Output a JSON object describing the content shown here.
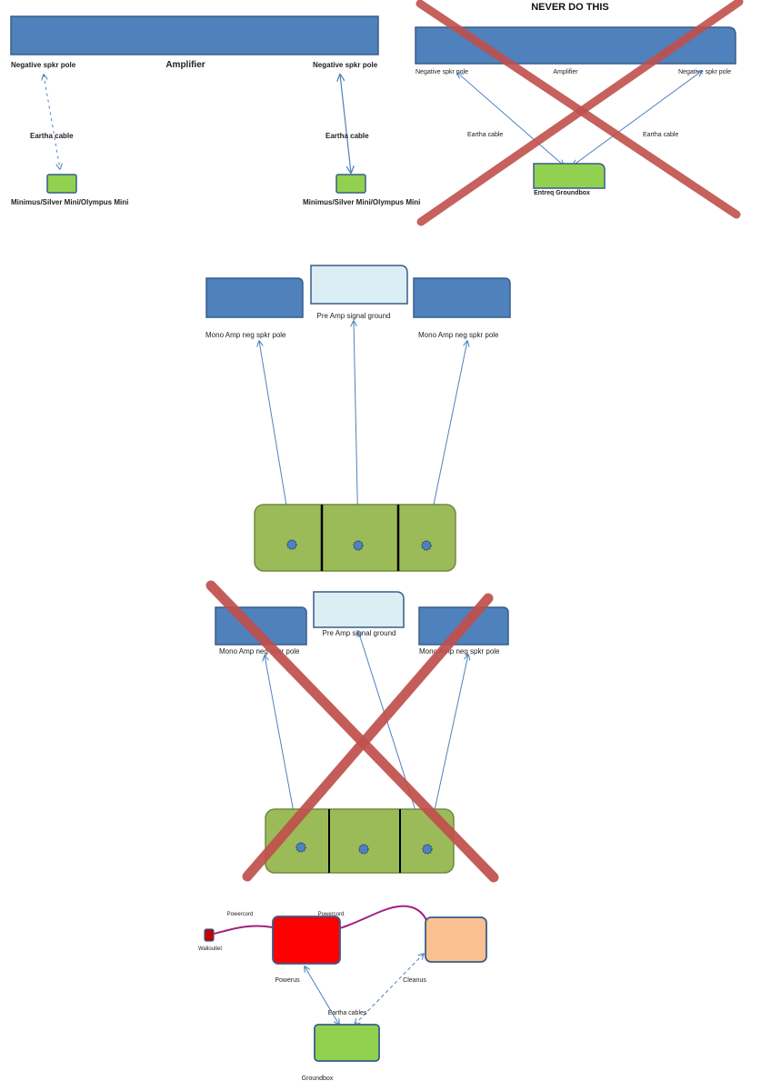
{
  "colors": {
    "amp_blue": "#4F81BD",
    "amp_border": "#385D8A",
    "preamp_fill": "#DBEEF4",
    "green_box": "#92D050",
    "groundbox_strip": "#9BBB59",
    "cross_red": "#C0504D",
    "cable_blue": "#4F81BD",
    "powercord_purple": "#A0207F",
    "powerus_red": "#FF0000",
    "cleanus_peach": "#FAC090",
    "walloutlet_darkred": "#C00000"
  },
  "panel_top_left": {
    "amplifier_label": "Amplifier",
    "neg_pole_left": "Negative spkr pole",
    "neg_pole_right": "Negative spkr pole",
    "cable_left": "Eartha cable",
    "cable_right": "Eartha cable",
    "device_left": "Minimus/Silver Mini/Olympus Mini",
    "device_right": "Minimus/Silver Mini/Olympus Mini"
  },
  "panel_top_right": {
    "heading": "NEVER DO THIS",
    "amplifier_label": "Amplifier",
    "neg_pole_left": "Negative spkr pole",
    "neg_pole_right": "Negative spkr pole",
    "cable_left": "Eartha cable",
    "cable_right": "Eartha cable",
    "groundbox": "Entreq Groundbox"
  },
  "panel_mono_correct": {
    "mono_left": "Mono Amp neg spkr pole",
    "preamp": "Pre Amp signal ground",
    "mono_right": "Mono Amp neg spkr pole"
  },
  "panel_mono_wrong": {
    "mono_left": "Mono Amp neg spkr pole",
    "preamp": "Pre Amp signal ground",
    "mono_right": "Mono Amp neg spkr pole"
  },
  "panel_power": {
    "powercord_left": "Powercord",
    "powercord_right": "Powercord",
    "walloutlet": "Walloutlet",
    "powerus": "Powerus",
    "cleanus": "Cleanus",
    "cables": "Eartha cables",
    "groundbox": "Groundbox"
  }
}
